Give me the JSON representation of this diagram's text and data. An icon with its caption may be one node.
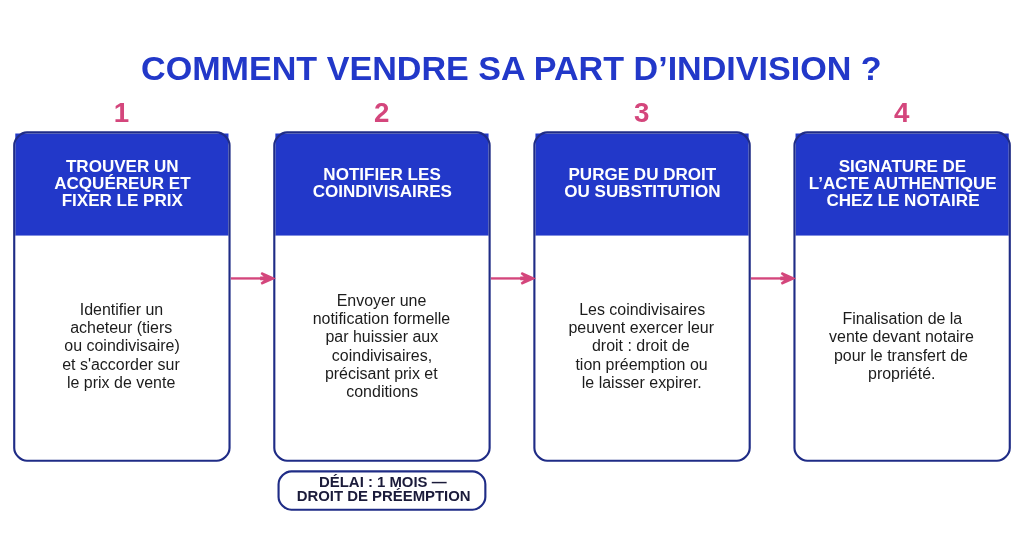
{
  "diagram": {
    "title": "COMMENT VENDRE SA PART D’INDIVISION ?",
    "nodes": [
      {
        "text": [
          "1",
          "TROUVER UN ACQUÉREUR ET FIXER LE PRIX",
          "Identifier un acheteur (tiers ou coindivisaire) et s'accorder sur le prix de vente"
        ]
      },
      {
        "text": [
          "2",
          "NOTIFIER LES COINDIVISAIRES",
          "Envoyer une notification formelle par huissier aux coindivisaires, précisant prix et conditions"
        ]
      },
      {
        "text": [
          "3",
          "PURGE DU DROIT OU SUBSTITUTION",
          "Les coindivisaires peuvent exercer leur droit : droit de tion préemption ou le laisser expirer."
        ]
      },
      {
        "text": [
          "4",
          "SIGNATURE DE L’ACTE AUTHENTIQUE CHEZ LE NOTAIRE",
          "Finalisation de la vente devant notaire pour le transfert de propriété."
        ]
      },
      {
        "text": [
          "DÉLAI : 1 MOIS — DROIT DE PRÉEMPTION"
        ]
      }
    ],
    "edges": [
      {
        "from": 0,
        "to": 1,
        "arrow": "to"
      },
      {
        "from": 1,
        "to": 2,
        "arrow": "to"
      },
      {
        "from": 2,
        "to": 3,
        "arrow": "to"
      }
    ]
  }
}
